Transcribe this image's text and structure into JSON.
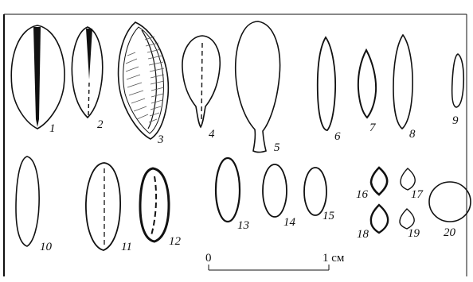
{
  "figure": {
    "colors": {
      "ink": "#111111",
      "paper": "#ffffff"
    },
    "labels": [
      "1",
      "2",
      "3",
      "4",
      "5",
      "6",
      "7",
      "8",
      "9",
      "10",
      "11",
      "12",
      "13",
      "14",
      "15",
      "16",
      "17",
      "18",
      "19",
      "20"
    ],
    "scale_bar": {
      "start_label": "0",
      "end_label": "1 см"
    }
  }
}
